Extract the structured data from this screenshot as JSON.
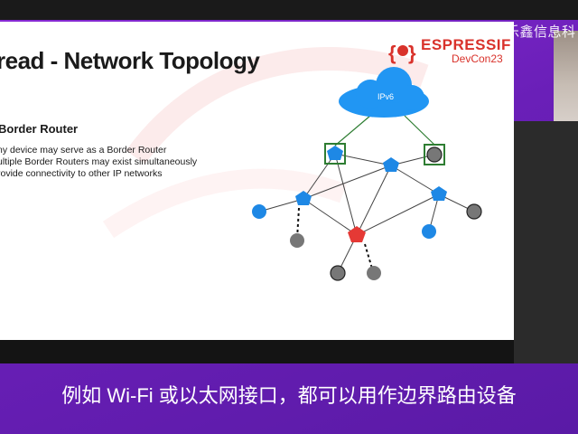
{
  "watermark": "乐鑫信息科",
  "slide": {
    "title": "read - Network Topology",
    "section_heading": "Border Router",
    "bullets": [
      "ny device may serve as a Border Router",
      "ultiple Border Routers may exist simultaneously",
      "rovide connectivity to other IP networks"
    ],
    "logo": {
      "name": "ESPRESSIF",
      "sub": "DevCon23",
      "icon": "espressif-logo-icon"
    },
    "diagram": {
      "cloud_label": "IPv6"
    }
  },
  "subtitle": "例如 Wi-Fi 或以太网接口，都可以用作边界路由设备",
  "colors": {
    "router_blue": "#1e88e5",
    "leader_red": "#e53935",
    "cloud_blue": "#2196f3",
    "border_green": "#2e7d32",
    "sleepy_gray": "#777777",
    "brand_red": "#d9322b"
  }
}
